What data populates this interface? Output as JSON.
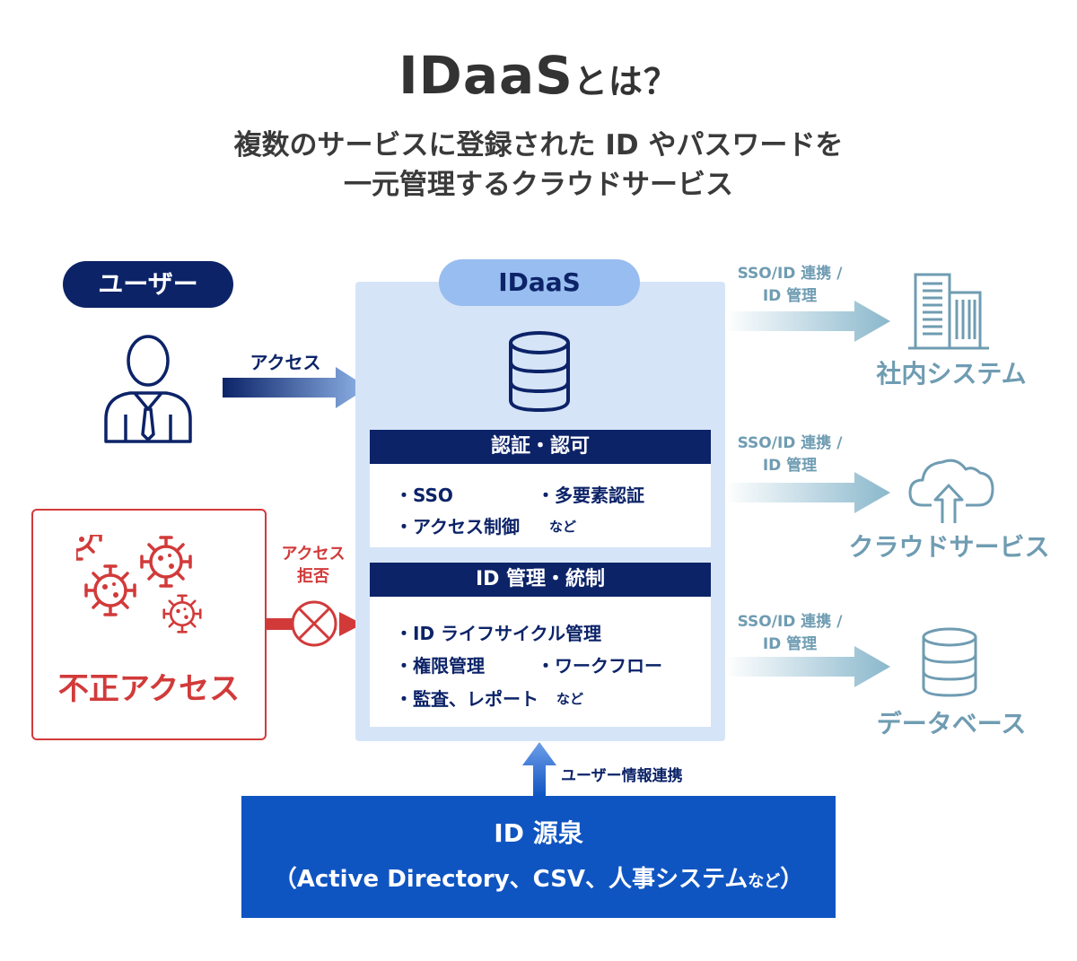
{
  "header": {
    "title_main": "IDaaS",
    "title_suffix": "とは？",
    "subtitle_line1": "複数のサービスに登録された ID やパスワードを",
    "subtitle_line2": "一元管理するクラウドサービス"
  },
  "user": {
    "pill_label": "ユーザー",
    "access_label": "アクセス",
    "icon": "user-icon"
  },
  "threat": {
    "label": "不正アクセス",
    "deny_label_1": "アクセス",
    "deny_label_2": "拒否",
    "icon": "virus-icon"
  },
  "idaas": {
    "pill_label": "IDaaS",
    "icon": "database-icon",
    "auth_box": {
      "header": "認証・認可",
      "item_sso": "・SSO",
      "item_mfa": "・多要素認証",
      "item_access_control": "・アクセス制御",
      "etc": "など"
    },
    "id_box": {
      "header": "ID 管理・統制",
      "item_lifecycle": "・ID ライフサイクル管理",
      "item_permission": "・権限管理",
      "item_workflow": "・ワークフロー",
      "item_audit": "・監査、レポート",
      "etc": "など"
    }
  },
  "targets": [
    {
      "flow_label_1": "SSO/ID 連携 /",
      "flow_label_2": "ID 管理",
      "label": "社内システム",
      "icon": "building-icon"
    },
    {
      "flow_label_1": "SSO/ID 連携 /",
      "flow_label_2": "ID 管理",
      "label": "クラウドサービス",
      "icon": "cloud-upload-icon"
    },
    {
      "flow_label_1": "SSO/ID 連携 /",
      "flow_label_2": "ID 管理",
      "label": "データベース",
      "icon": "database-icon"
    }
  ],
  "source": {
    "sync_label": "ユーザー情報連携",
    "line1": "ID 源泉",
    "line2_prefix": "（Active Directory、CSV、人事システム",
    "line2_etc": "など",
    "line2_suffix": "）"
  },
  "colors": {
    "navy": "#0c2368",
    "idaas_panel": "#d6e4f7",
    "idaas_pill": "#98bdf0",
    "target_teal": "#6f9cb2",
    "danger_red": "#d23a3a",
    "source_blue": "#0f55c2"
  }
}
